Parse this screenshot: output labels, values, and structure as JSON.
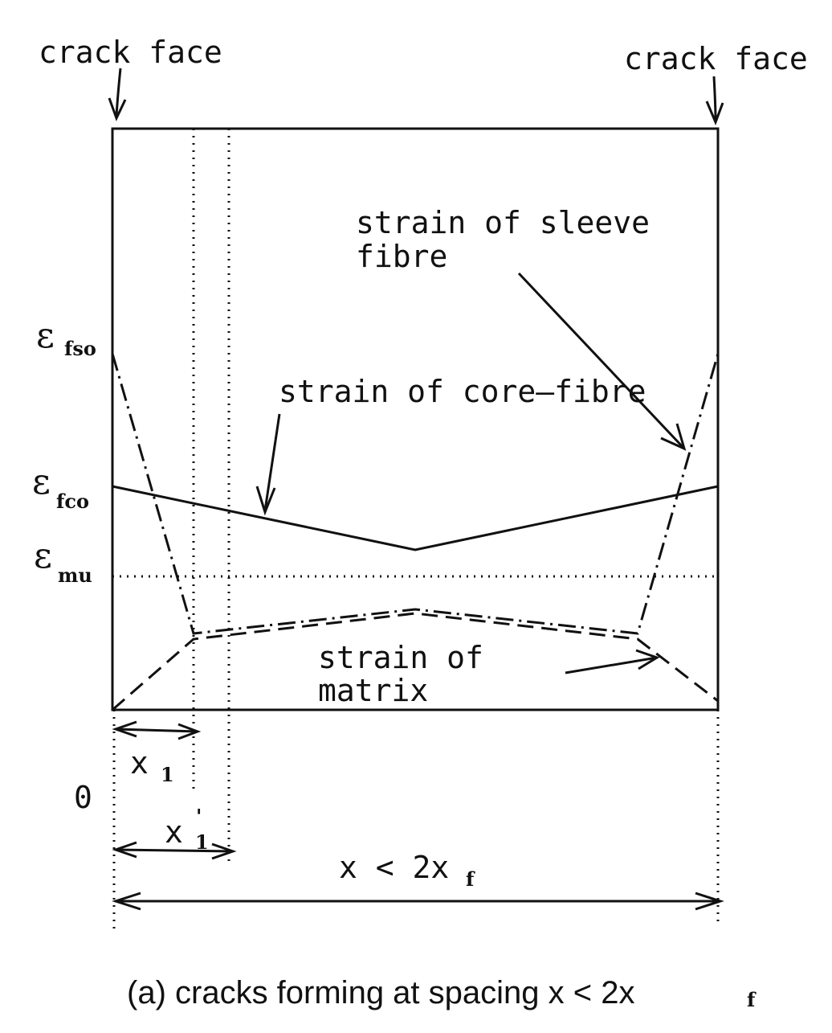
{
  "labels": {
    "crack_face_left": "crack face",
    "crack_face_right": "crack face",
    "sleeve_line1": "strain of sleeve",
    "sleeve_line2": "fibre",
    "core": "strain of core–fibre",
    "matrix_line1": "strain of",
    "matrix_line2": "matrix"
  },
  "y_axis": {
    "eps_fso": {
      "symbol": "ε",
      "subscript": "fso"
    },
    "eps_fco": {
      "symbol": "ε",
      "subscript": "fco"
    },
    "eps_mu": {
      "symbol": "ε",
      "subscript": "mu"
    },
    "zero": "0"
  },
  "dimensions": {
    "x1_main": "x",
    "x1_sub": "1",
    "x1p_main": "x",
    "x1p_sub": "1",
    "x1p_prime": "'",
    "spacing_main": "x < 2x",
    "spacing_sub": "f"
  },
  "caption": {
    "main": "(a) cracks forming at spacing x < 2x",
    "sub": "f"
  }
}
